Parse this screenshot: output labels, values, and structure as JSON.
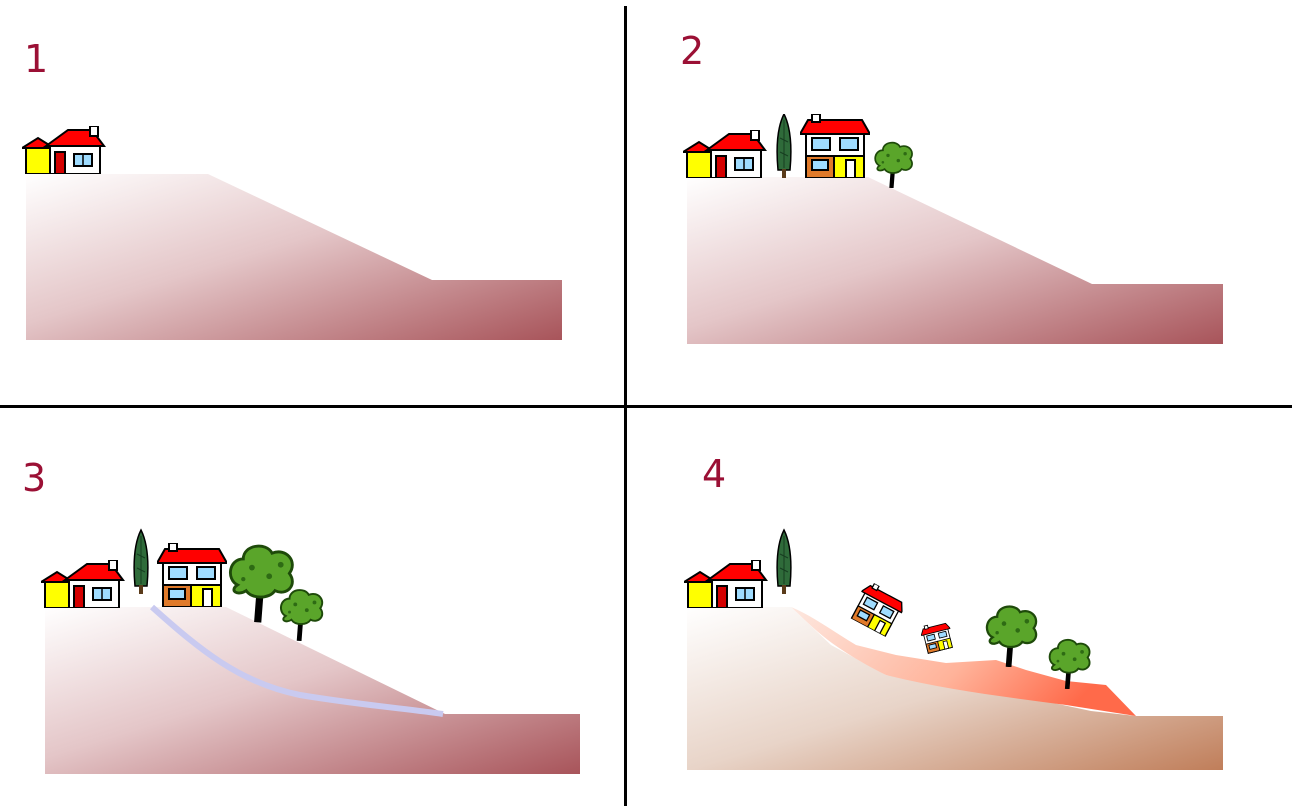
{
  "panels": [
    {
      "number": "1"
    },
    {
      "number": "2"
    },
    {
      "number": "3"
    },
    {
      "number": "4"
    }
  ],
  "colors": {
    "label": "#9b1035",
    "slope_dark": "#a8545a",
    "slope_light": "#ffffff",
    "slide_dark": "#ff6a4a",
    "slip_surface": "#c9caf0",
    "roof": "#ff0000",
    "wall_yellow": "#ffff00",
    "tree_green": "#5aa52a",
    "cypress": "#2f6b3a"
  },
  "icons": [
    "small-house-icon",
    "two-storey-house-icon",
    "cypress-icon",
    "tree-icon"
  ]
}
